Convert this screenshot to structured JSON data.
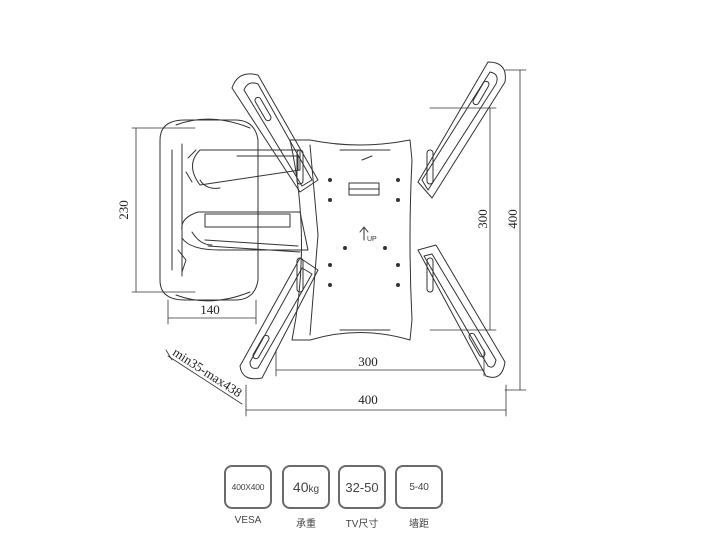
{
  "dimensions": {
    "height_arm": "230",
    "arm_depth": "140",
    "extension": "min35-max438",
    "vesa_inner_v": "300",
    "vesa_outer_v": "400",
    "vesa_inner_h": "300",
    "vesa_outer_h": "400",
    "up_mark": "UP"
  },
  "specs": [
    {
      "value": "400X400",
      "label": "VESA"
    },
    {
      "value": "40",
      "unit": "kg",
      "label": "承重"
    },
    {
      "value": "32-50",
      "label": "TV尺寸"
    },
    {
      "value": "5-40",
      "label": "墙距"
    }
  ]
}
